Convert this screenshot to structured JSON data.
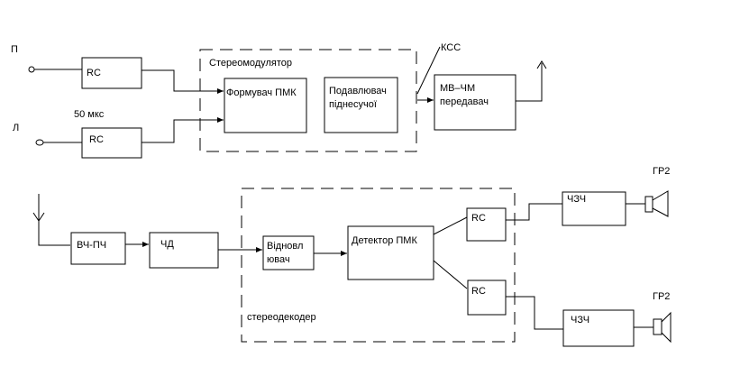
{
  "transmitter": {
    "input_p": "П",
    "input_l": "Л",
    "rc_top": "RC",
    "rc_bottom": "RC",
    "time_constant": "50 мкс",
    "group_label": "Стереомодулятор",
    "pmk_former": "Формувач ПМК",
    "suppressor_line1": "Подавлювач",
    "suppressor_line2": "піднесучої",
    "kss": "КСС",
    "tx_line1": "МВ–ЧМ",
    "tx_line2": "передавач"
  },
  "receiver": {
    "rf_if": "ВЧ-ПЧ",
    "fm_detector": "ЧД",
    "restorer_line1": "Відновл",
    "restorer_line2": "ювач",
    "pmk_detector": "Детектор ПМК",
    "group_label": "стереодекодер",
    "rc_top": "RC",
    "rc_bottom": "RC",
    "amp_top": "ЧЗЧ",
    "amp_bottom": "ЧЗЧ",
    "speaker_top": "ГР2",
    "speaker_bottom": "ГР2"
  }
}
